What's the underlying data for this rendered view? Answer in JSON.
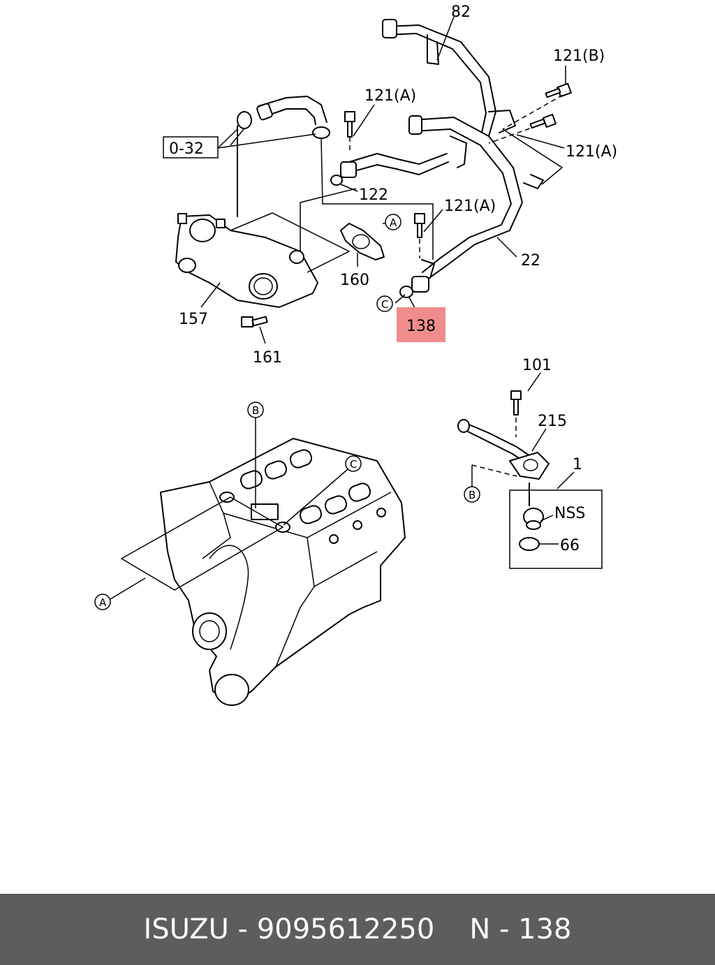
{
  "diagram": {
    "labels": {
      "l82": "82",
      "l121b": "121(B)",
      "l121a_1": "121(A)",
      "l121a_2": "121(A)",
      "l121a_3": "121(A)",
      "l032": "0-32",
      "l122": "122",
      "l22": "22",
      "l160": "160",
      "l157": "157",
      "l161": "161",
      "l138": "138",
      "l101": "101",
      "l215": "215",
      "l1": "1",
      "lnss": "NSS",
      "l66": "66"
    },
    "refs": {
      "a": "A",
      "b": "B",
      "c": "C"
    },
    "highlight": {
      "label": "138",
      "color": "#f08c8c"
    }
  },
  "footer": {
    "brand": "ISUZU",
    "sep1": " - ",
    "part_number": "9095612250",
    "ref_prefix": "N",
    "sep2": " - ",
    "ref_number": "138",
    "background": "#5d5d5d"
  }
}
